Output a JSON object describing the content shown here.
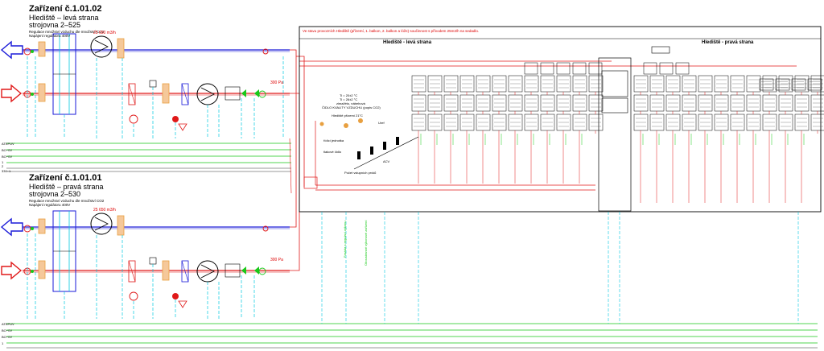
{
  "systems": [
    {
      "title": "Zařízení č.1.01.02",
      "subtitle1": "Hlediště – levá strana",
      "subtitle2": "strojovna 2–525",
      "note1": "Regulace množství vzduchu dle množství CO2",
      "note2": "Napájení regulátoru 400V",
      "fan_label": "25 650 m3/h",
      "pressure_label": "300 Pa"
    },
    {
      "title": "Zařízení č.1.01.01",
      "subtitle1": "Hlediště – pravá strana",
      "subtitle2": "strojovna 2–530",
      "note1": "Regulace množství vzduchu dle množství CO2",
      "note2": "Napájení regulátoru 400V",
      "fan_label": "25 650 m3/h",
      "pressure_label": "300 Pa"
    }
  ],
  "right_panel": {
    "note": "Ve stavu provozních Hlediště (přízemí, 1. balkon, 2. balkon a lóže) součinnost s přívodem 25m3/h na sedadlo.",
    "left_header": "Hlediště - levá strana",
    "right_header": "Hlediště - pravá strana"
  },
  "legend": {
    "temp_label": "Ti = 20±2 °C",
    "temp2_label": "Ti = 26±2 °C",
    "mode": "zima/léto, nábehová",
    "co2_label": "ČIDLO KVALITY VZDUCHU (popis CO2)",
    "hum_label": "Hlediště přízemí 21°C",
    "control_label": "řídící jednotka",
    "sensor_label": "tlakové čidlo",
    "voltage_label": "Uref",
    "acv_label": "ACV",
    "terminal_label": "Počet vstupních prvků"
  },
  "bus_labels": [
    "ATEPUV",
    "BO~0V",
    "BO~0V",
    "1",
    "2",
    "330~1"
  ],
  "vertical_note_1": "Fasáda s regulací výkonu",
  "vertical_note_2": "Oboustranné výkonové zařízení",
  "colors": {
    "cyan": "#00c8e0",
    "green": "#19c919",
    "red": "#e01818",
    "blue": "#1a1ad8",
    "orange": "#e8a040",
    "black": "#000000"
  }
}
